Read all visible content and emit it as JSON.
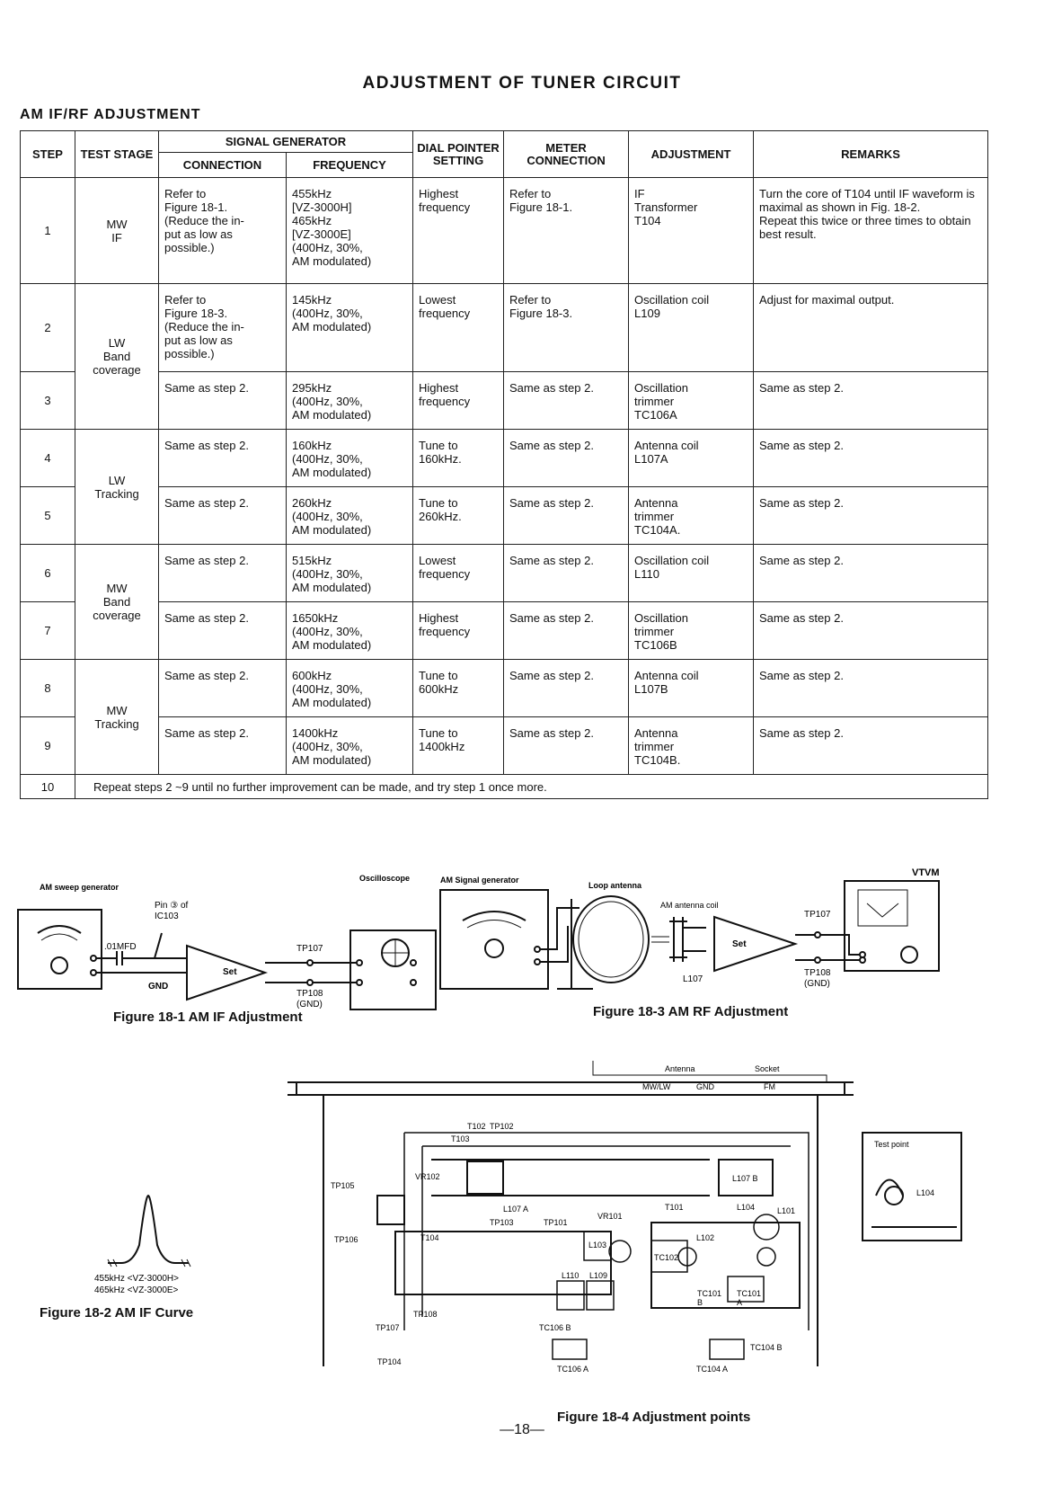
{
  "title": "ADJUSTMENT OF TUNER CIRCUIT",
  "subtitle": "AM IF/RF ADJUSTMENT",
  "headers": {
    "step": "STEP",
    "test_stage": "TEST STAGE",
    "signal_generator": "SIGNAL GENERATOR",
    "connection": "CONNECTION",
    "frequency": "FREQUENCY",
    "dial": "DIAL POINTER SETTING",
    "meter": "METER CONNECTION",
    "adjustment": "ADJUSTMENT",
    "remarks": "REMARKS"
  },
  "stages": {
    "mw_if": "MW\nIF",
    "lw_band": "LW\nBand\ncoverage",
    "lw_track": "LW\nTracking",
    "mw_band": "MW\nBand\ncoverage",
    "mw_track": "MW\nTracking"
  },
  "rows": [
    {
      "step": "1",
      "connection": "Refer to\nFigure 18-1.\n(Reduce the in-\nput as low as\npossible.)",
      "frequency": "455kHz\n        [VZ-3000H]\n465kHz\n        [VZ-3000E]\n(400Hz, 30%,\nAM modulated)",
      "dial": "Highest\nfrequency",
      "meter": "Refer to\nFigure 18-1.",
      "adjustment": "IF\nTransformer\nT104",
      "remarks": "Turn the core of T104 until IF waveform is maximal as shown in Fig. 18-2.\nRepeat this twice or three times to obtain best result."
    },
    {
      "step": "2",
      "connection": "Refer to\nFigure 18-3.\n(Reduce the in-\nput as low as\npossible.)",
      "frequency": "145kHz\n(400Hz, 30%,\nAM modulated)",
      "dial": "Lowest\nfrequency",
      "meter": "Refer to\nFigure 18-3.",
      "adjustment": "Oscillation coil\nL109",
      "remarks": "Adjust for maximal output."
    },
    {
      "step": "3",
      "connection": "Same as step 2.",
      "frequency": "295kHz\n(400Hz, 30%,\nAM modulated)",
      "dial": "Highest\nfrequency",
      "meter": "Same as step 2.",
      "adjustment": "Oscillation\ntrimmer\nTC106A",
      "remarks": "Same as step 2."
    },
    {
      "step": "4",
      "connection": "Same as step 2.",
      "frequency": "160kHz\n(400Hz, 30%,\nAM modulated)",
      "dial": "Tune to\n160kHz.",
      "meter": "Same as step 2.",
      "adjustment": "Antenna coil\nL107A",
      "remarks": "Same as step 2."
    },
    {
      "step": "5",
      "connection": "Same as step 2.",
      "frequency": "260kHz\n(400Hz, 30%,\nAM modulated)",
      "dial": "Tune to\n260kHz.",
      "meter": "Same as step 2.",
      "adjustment": "Antenna\ntrimmer\nTC104A.",
      "remarks": "Same as step 2."
    },
    {
      "step": "6",
      "connection": "Same as step 2.",
      "frequency": "515kHz\n(400Hz, 30%,\nAM modulated)",
      "dial": "Lowest\nfrequency",
      "meter": "Same as step 2.",
      "adjustment": "Oscillation coil\nL110",
      "remarks": "Same as step 2."
    },
    {
      "step": "7",
      "connection": "Same as step 2.",
      "frequency": "1650kHz\n(400Hz, 30%,\nAM modulated)",
      "dial": "Highest\nfrequency",
      "meter": "Same as step 2.",
      "adjustment": "Oscillation\ntrimmer\nTC106B",
      "remarks": "Same as step 2."
    },
    {
      "step": "8",
      "connection": "Same as step 2.",
      "frequency": "600kHz\n(400Hz, 30%,\nAM modulated)",
      "dial": "Tune to\n600kHz",
      "meter": "Same as step 2.",
      "adjustment": "Antenna coil\nL107B",
      "remarks": "Same as step 2."
    },
    {
      "step": "9",
      "connection": "Same as step 2.",
      "frequency": "1400kHz\n(400Hz, 30%,\nAM modulated)",
      "dial": "Tune to\n1400kHz",
      "meter": "Same as step 2.",
      "adjustment": "Antenna\ntrimmer\nTC104B.",
      "remarks": "Same as step 2."
    }
  ],
  "row10": {
    "step": "10",
    "text": "Repeat steps 2 ~9 until no further improvement can be made, and try step 1 once more."
  },
  "fig1": {
    "caption": "Figure 18-1  AM IF Adjustment",
    "sweep": "AM sweep generator",
    "pin": "Pin ③ of",
    "ic": "IC103",
    "cap": ".01MFD",
    "gnd": "GND",
    "set": "Set",
    "tp107": "TP107",
    "tp108": "TP108",
    "tp108gnd": "(GND)",
    "scope": "Oscilloscope"
  },
  "fig3": {
    "caption": "Figure 18-3  AM RF Adjustment",
    "siggen": "AM Signal generator",
    "loop": "Loop antenna",
    "coil": "AM antenna coil",
    "set": "Set",
    "l107": "L107",
    "tp107": "TP107",
    "tp108": "TP108",
    "gnd": "(GND)",
    "vtvm": "VTVM"
  },
  "fig2": {
    "caption": "Figure 18-2  AM IF Curve",
    "f1": "455kHz <VZ-3000H>",
    "f2": "465kHz <VZ-3000E>"
  },
  "fig4": {
    "caption": "Figure 18-4  Adjustment points",
    "antenna": "Antenna",
    "socket": "Socket",
    "mwlw": "MW/LW",
    "gnd": "GND",
    "fm": "FM",
    "testpoint": "Test point",
    "l104": "L104",
    "labels": {
      "t102": "T102",
      "tp102": "TP102",
      "t103": "T103",
      "tp105": "TP105",
      "vr102": "VR102",
      "l107a": "L107 A",
      "tp103": "TP103",
      "tp101": "TP101",
      "vr101": "VR101",
      "t101": "T101",
      "l104b": "L104",
      "l101": "L101",
      "l107b": "L107 B",
      "tp106": "TP106",
      "t104": "T104",
      "l102": "L102",
      "l103": "L103",
      "l110": "L110",
      "l109": "L109",
      "tc102": "TC102",
      "tc101b": "TC101\nB",
      "tc101a": "TC101\nA",
      "tp107": "TP107",
      "tp108": "TP108",
      "tc106b": "TC106 B",
      "tc106a": "TC106 A",
      "tc104a": "TC104 A",
      "tc104b": "TC104 B",
      "tp104": "TP104"
    }
  },
  "page": "—18—"
}
